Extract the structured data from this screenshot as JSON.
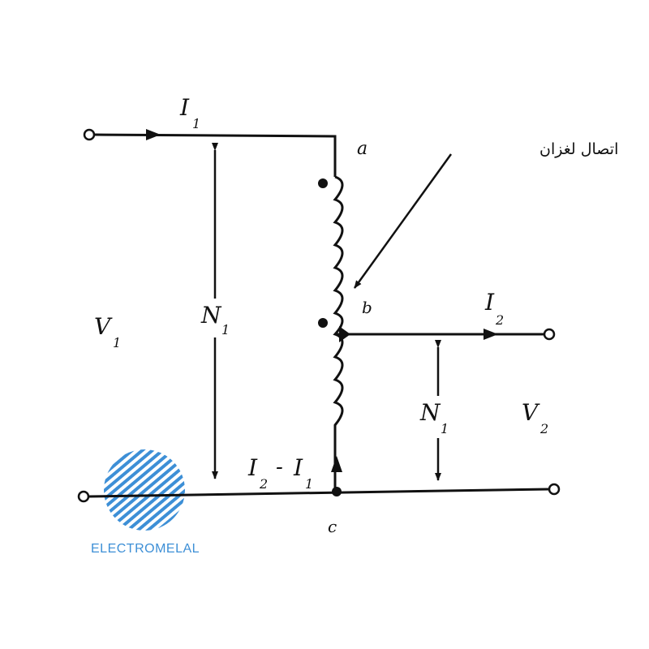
{
  "diagram": {
    "title": "Autotransformer",
    "labels": {
      "I1": {
        "main": "I",
        "sub": "1"
      },
      "I2": {
        "main": "I",
        "sub": "2"
      },
      "V1": {
        "main": "V",
        "sub": "1"
      },
      "V2": {
        "main": "V",
        "sub": "2"
      },
      "N1_left": {
        "main": "N",
        "sub": "1"
      },
      "N1_right": {
        "main": "N",
        "sub": "1"
      },
      "I2_minus_I1": {
        "a": "I",
        "a_sub": "2",
        "minus": "-",
        "b": "I",
        "b_sub": "1"
      },
      "node_a": "a",
      "node_b": "b",
      "node_c": "c",
      "sliding_contact": "اتصال لغزان"
    }
  },
  "logo": {
    "text": "ELECTROMELAL",
    "color": "#3d8fd6"
  }
}
